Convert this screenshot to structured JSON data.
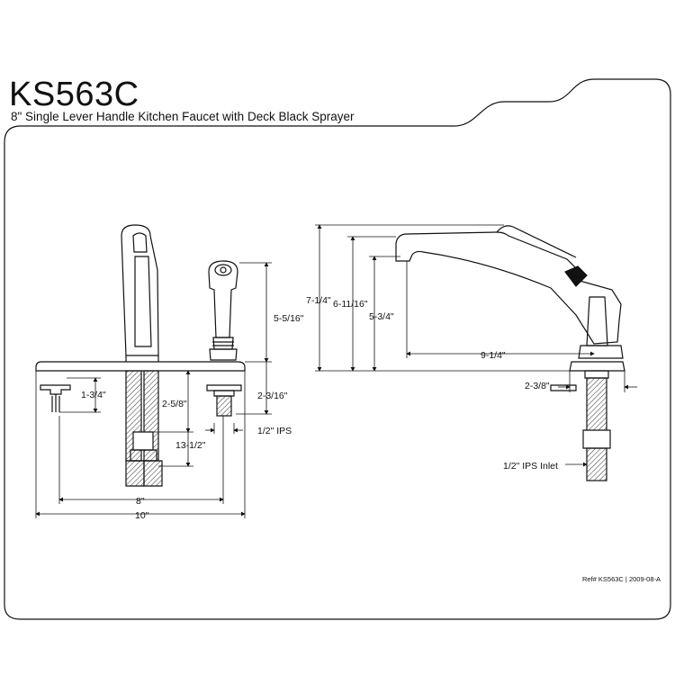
{
  "header": {
    "model": "KS563C",
    "description": "8\" Single Lever Handle Kitchen Faucet with Deck Black Sprayer"
  },
  "dimensions": {
    "sprayer_height": "5-5/16\"",
    "deck_thickness": "2-3/16\"",
    "ips": "1/2\" IPS",
    "mount_stud": "1-3/4\"",
    "shank": "2-5/8\"",
    "supply_length": "13-1/2\"",
    "center_spread": "8\"",
    "deck_width": "10\"",
    "overall_height": "7-1/4\"",
    "spout_top_height": "6-11/16\"",
    "spout_clearance": "5-3/4\"",
    "spout_reach": "9-1/4\"",
    "base_depth": "2-3/8\"",
    "ips_inlet": "1/2\" IPS Inlet"
  },
  "footer": {
    "reference": "Ref# KS563C | 2009-08-A"
  },
  "colors": {
    "line": "#111111",
    "background": "#ffffff"
  }
}
